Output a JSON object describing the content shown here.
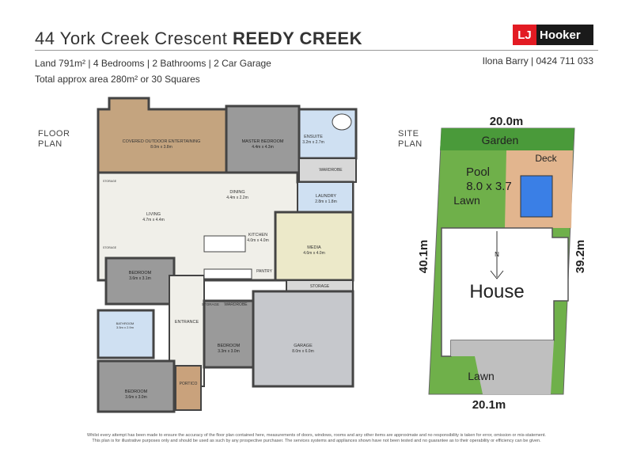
{
  "header": {
    "address": "44 York Creek Crescent",
    "suburb": "REEDY CREEK",
    "details_line1": "Land 791m² | 4 Bedrooms | 2 Bathrooms | 2 Car Garage",
    "details_line2": "Total approx area 280m² or 30 Squares",
    "agent": "Ilona Barry | 0424 711 033",
    "logo_lj": "LJ",
    "logo_name": "Hooker"
  },
  "floor_plan": {
    "label_line1": "FLOOR",
    "label_line2": "PLAN",
    "rooms": {
      "outdoor": {
        "name": "COVERED OUTDOOR ENTERTAINING",
        "size": "8.0m x 3.8m"
      },
      "master": {
        "name": "MASTER BEDROOM",
        "size": "4.4m x 4.3m"
      },
      "ensuite": {
        "name": "ENSUITE",
        "size": "3.2m x 2.7m"
      },
      "wardrobe1": {
        "name": "WARDROBE"
      },
      "dining": {
        "name": "DINING",
        "size": "4.4m x 2.2m"
      },
      "laundry": {
        "name": "LAUNDRY",
        "size": "2.8m x 1.8m"
      },
      "living": {
        "name": "LIVING",
        "size": "4.7m x 4.4m"
      },
      "kitchen": {
        "name": "KITCHEN",
        "size": "4.0m x 4.0m"
      },
      "media": {
        "name": "MEDIA",
        "size": "4.6m x 4.0m"
      },
      "pantry": {
        "name": "PANTRY"
      },
      "storage_main": {
        "name": "STORAGE"
      },
      "bedroom_a": {
        "name": "BEDROOM",
        "size": "3.6m x 3.1m"
      },
      "storage_small": {
        "name": "STORAGE"
      },
      "wardrobe2": {
        "name": "WARDROBE"
      },
      "bathroom": {
        "name": "BATHROOM",
        "size": "3.5m x 2.9m"
      },
      "entrance": {
        "name": "ENTRANCE"
      },
      "bedroom_b": {
        "name": "BEDROOM",
        "size": "3.3m x 3.0m"
      },
      "garage": {
        "name": "GARAGE",
        "size": "8.0m x 6.0m"
      },
      "portico": {
        "name": "PORTICO"
      },
      "bedroom_c": {
        "name": "BEDROOM",
        "size": "3.6m x 3.0m"
      },
      "storage_left1": {
        "name": "STORAGE"
      },
      "storage_left2": {
        "name": "STORAGE"
      }
    }
  },
  "site_plan": {
    "label_line1": "SITE",
    "label_line2": "PLAN",
    "top_dim": "20.0m",
    "bottom_dim": "20.1m",
    "left_dim": "40.1m",
    "right_dim": "39.2m",
    "garden": "Garden",
    "deck": "Deck",
    "pool": "Pool",
    "pool_size": "8.0 x 3.7",
    "lawn_top": "Lawn",
    "lawn_bottom": "Lawn",
    "house": "House",
    "north": "N"
  },
  "disclaimer": {
    "line1": "Whilst every attempt has been made to ensure the accuracy of the floor plan contained here, measurements of doors, windows, rooms and any other items are approximate and no responsibility is taken for error, omission or mis-statement.",
    "line2": "This plan is for illustrative purposes only and should be used as such by any prospective purchaser. The services systems and appliances shown have not been tested and no guarantee as to their operability or efficiency can be given."
  },
  "colors": {
    "outdoor": "#c4a47f",
    "master": "#9a9a9a",
    "living": "#f0efe9",
    "bath": "#cfe0f2",
    "media": "#ece9c9",
    "garage": "#c6c8cc",
    "portico": "#c9a27c",
    "lawn": "#6fb04a",
    "garden": "#4a9a3a",
    "deck": "#e2b58e",
    "pool": "#3a7fe6",
    "house": "#ffffff",
    "logo_red": "#e31b23"
  }
}
